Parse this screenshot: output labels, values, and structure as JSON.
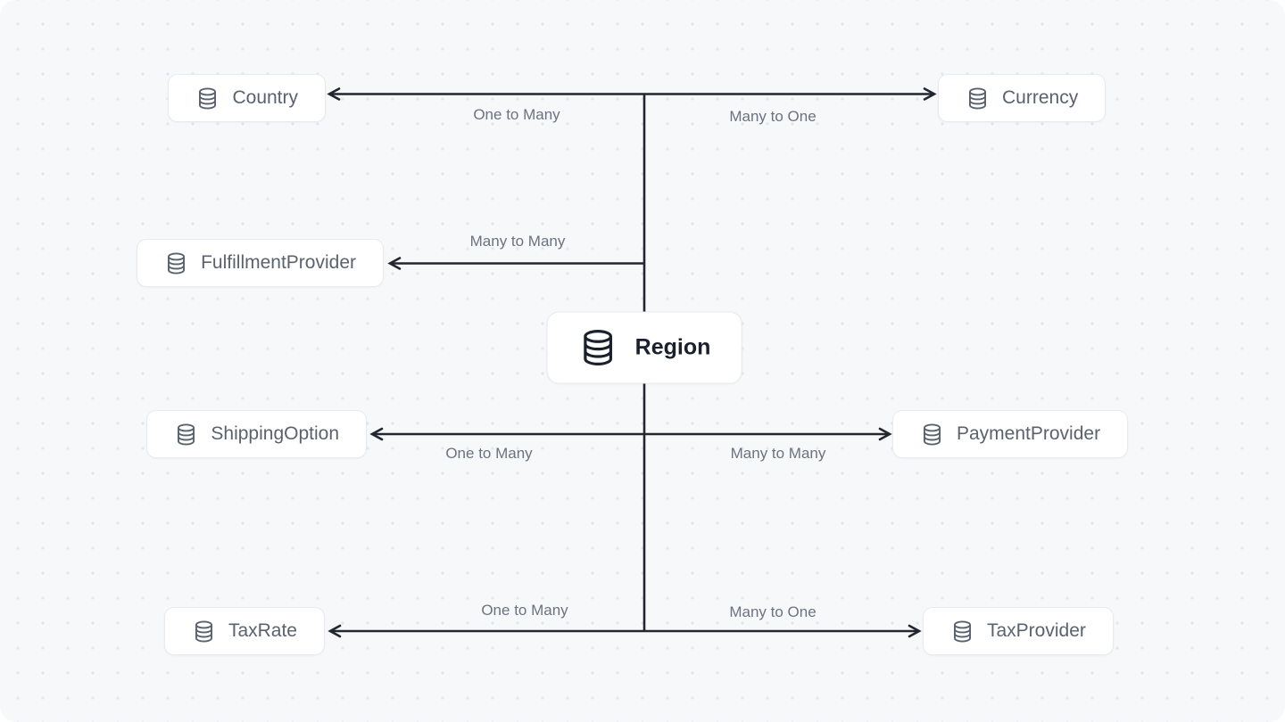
{
  "diagram": {
    "type": "entity-relationship",
    "center_node": {
      "label": "Region",
      "icon": "database-icon"
    },
    "nodes": {
      "country": {
        "label": "Country",
        "icon": "database-icon",
        "position": "top-left"
      },
      "currency": {
        "label": "Currency",
        "icon": "database-icon",
        "position": "top-right"
      },
      "fulfillment_provider": {
        "label": "FulfillmentProvider",
        "icon": "database-icon",
        "position": "upper-left"
      },
      "shipping_option": {
        "label": "ShippingOption",
        "icon": "database-icon",
        "position": "middle-left"
      },
      "payment_provider": {
        "label": "PaymentProvider",
        "icon": "database-icon",
        "position": "middle-right"
      },
      "tax_rate": {
        "label": "TaxRate",
        "icon": "database-icon",
        "position": "bottom-left"
      },
      "tax_provider": {
        "label": "TaxProvider",
        "icon": "database-icon",
        "position": "bottom-right"
      }
    },
    "relationships": [
      {
        "from": "Region",
        "to": "Country",
        "label": "One to Many"
      },
      {
        "from": "Region",
        "to": "Currency",
        "label": "Many to One"
      },
      {
        "from": "Region",
        "to": "FulfillmentProvider",
        "label": "Many to Many"
      },
      {
        "from": "Region",
        "to": "ShippingOption",
        "label": "One to Many"
      },
      {
        "from": "Region",
        "to": "PaymentProvider",
        "label": "Many to Many"
      },
      {
        "from": "Region",
        "to": "TaxRate",
        "label": "One to Many"
      },
      {
        "from": "Region",
        "to": "TaxProvider",
        "label": "Many to One"
      }
    ]
  },
  "colors": {
    "background": "#f7f8fa",
    "dot": "#e3e5e9",
    "node_bg": "#ffffff",
    "node_border": "#e8eaee",
    "node_text": "#59626e",
    "center_text": "#1a202c",
    "edge": "#22262e",
    "edge_label": "#6b7280"
  }
}
